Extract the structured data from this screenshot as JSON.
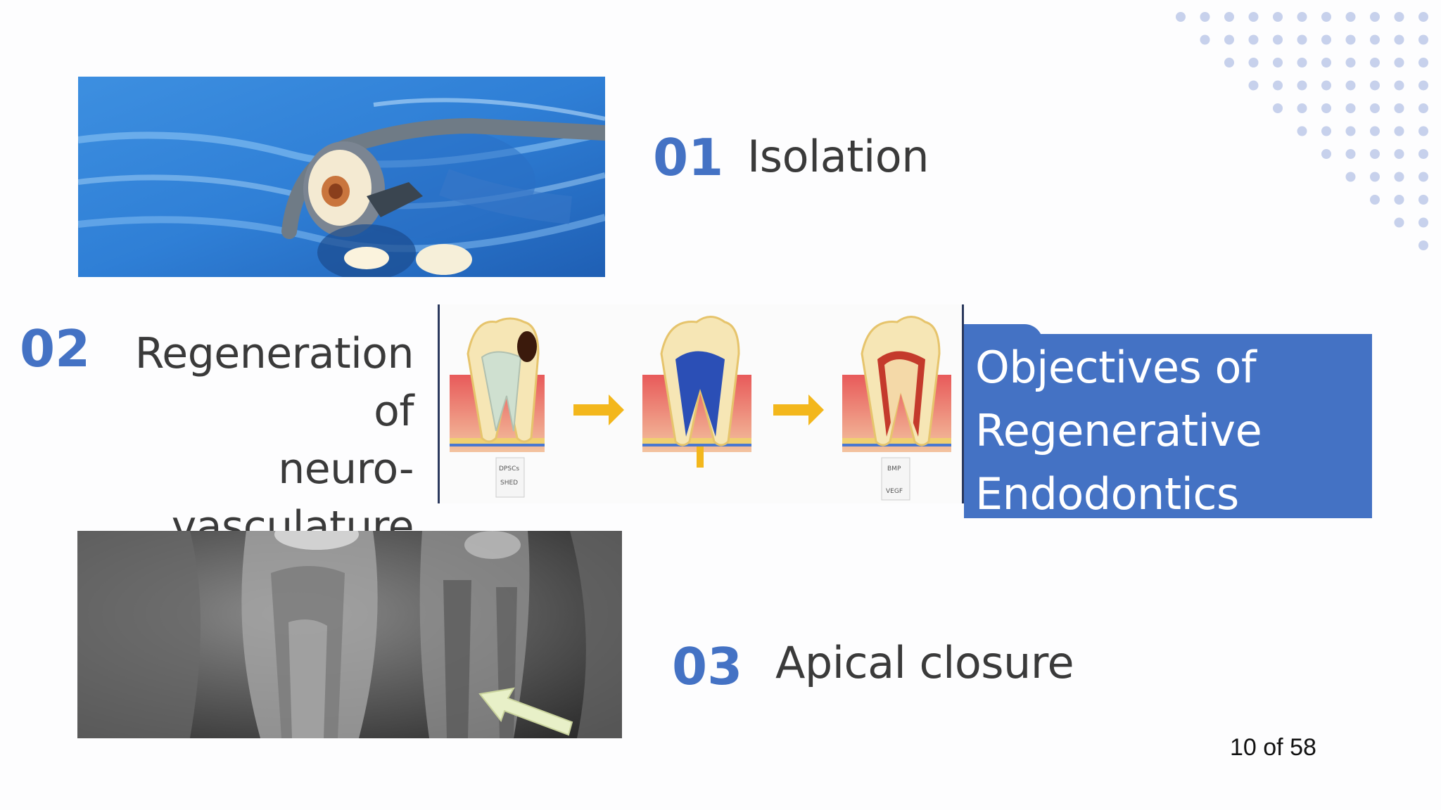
{
  "slide": {
    "title": "Objectives of Regenerative Endodontics",
    "page_indicator": "10 of 58"
  },
  "objectives": [
    {
      "number": "01",
      "label": "Isolation"
    },
    {
      "number": "02",
      "label": "Regeneration of neuro-vasculature"
    },
    {
      "number": "03",
      "label": "Apical closure"
    }
  ],
  "diagram": {
    "labels": [
      "DPSCs",
      "SHED",
      "BMP",
      "VEGF"
    ]
  },
  "colors": {
    "accent": "#4472c4",
    "text": "#3a3a3a",
    "dots": "#c7d1ec"
  }
}
